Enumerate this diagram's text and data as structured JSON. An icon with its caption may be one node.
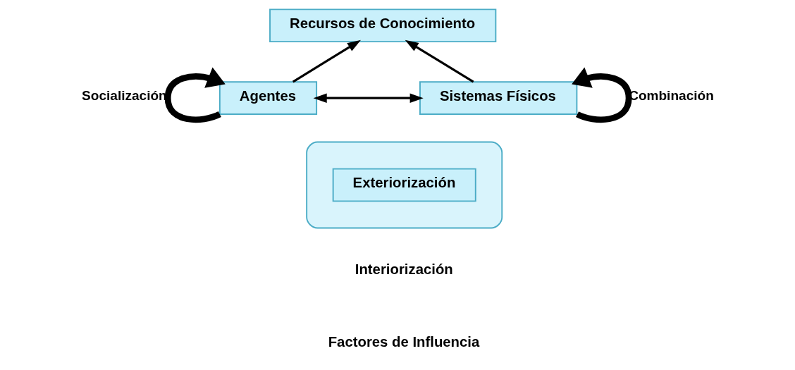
{
  "diagram": {
    "nodes": [
      {
        "text": [
          "Recursos de Conocimiento"
        ]
      },
      {
        "text": [
          "Agentes"
        ]
      },
      {
        "text": [
          "Sistemas Físicos"
        ]
      },
      {
        "text": [],
        "shape": "bowl"
      },
      {
        "text": [
          "Exteriorización"
        ],
        "in": 3
      }
    ],
    "edges": [
      {
        "from": 1,
        "to": 0,
        "arrow": "to"
      },
      {
        "from": 2,
        "to": 0,
        "arrow": "to"
      },
      {
        "from": 1,
        "to": 2,
        "arrow": "both"
      },
      {
        "from": 1,
        "to": 1,
        "arrow": "to",
        "label": "Socialización",
        "style": "thick"
      },
      {
        "from": 2,
        "to": 2,
        "arrow": "to",
        "label": "Combinación",
        "style": "thick"
      }
    ],
    "labels": [
      "Interiorización",
      "Factores de Influencia"
    ]
  }
}
